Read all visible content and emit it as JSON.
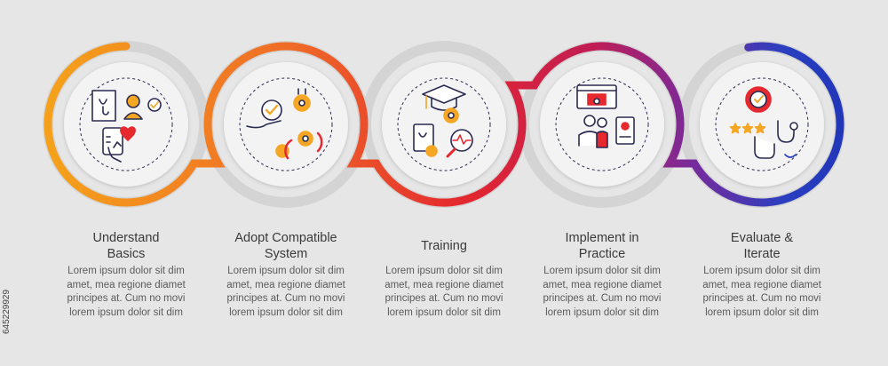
{
  "steps": [
    {
      "title": "Understand\nBasics",
      "desc": "Lorem ipsum dolor sit dim amet, mea regione diamet principes at. Cum no movi lorem ipsum dolor sit dim",
      "color": "#f39a1c",
      "icon": "medical-record-icon"
    },
    {
      "title": "Adopt Compatible\nSystem",
      "desc": "Lorem ipsum dolor sit dim amet, mea regione diamet principes at. Cum no movi lorem ipsum dolor sit dim",
      "color": "#ef6a2a",
      "icon": "gear-check-hand-icon"
    },
    {
      "title": "Training",
      "desc": "Lorem ipsum dolor sit dim amet, mea regione diamet principes at. Cum no movi lorem ipsum dolor sit dim",
      "color": "#e5292f",
      "icon": "graduation-cap-icon"
    },
    {
      "title": "Implement in\nPractice",
      "desc": "Lorem ipsum dolor sit dim amet, mea regione diamet principes at. Cum no movi lorem ipsum dolor sit dim",
      "color": "#c21e57",
      "icon": "doctor-patient-icon"
    },
    {
      "title": "Evaluate &\nIterate",
      "desc": "Lorem ipsum dolor sit dim amet, mea regione diamet principes at. Cum no movi lorem ipsum dolor sit dim",
      "color": "#2a3fc0",
      "icon": "rating-stethoscope-icon"
    }
  ],
  "watermark_id": "645229929"
}
